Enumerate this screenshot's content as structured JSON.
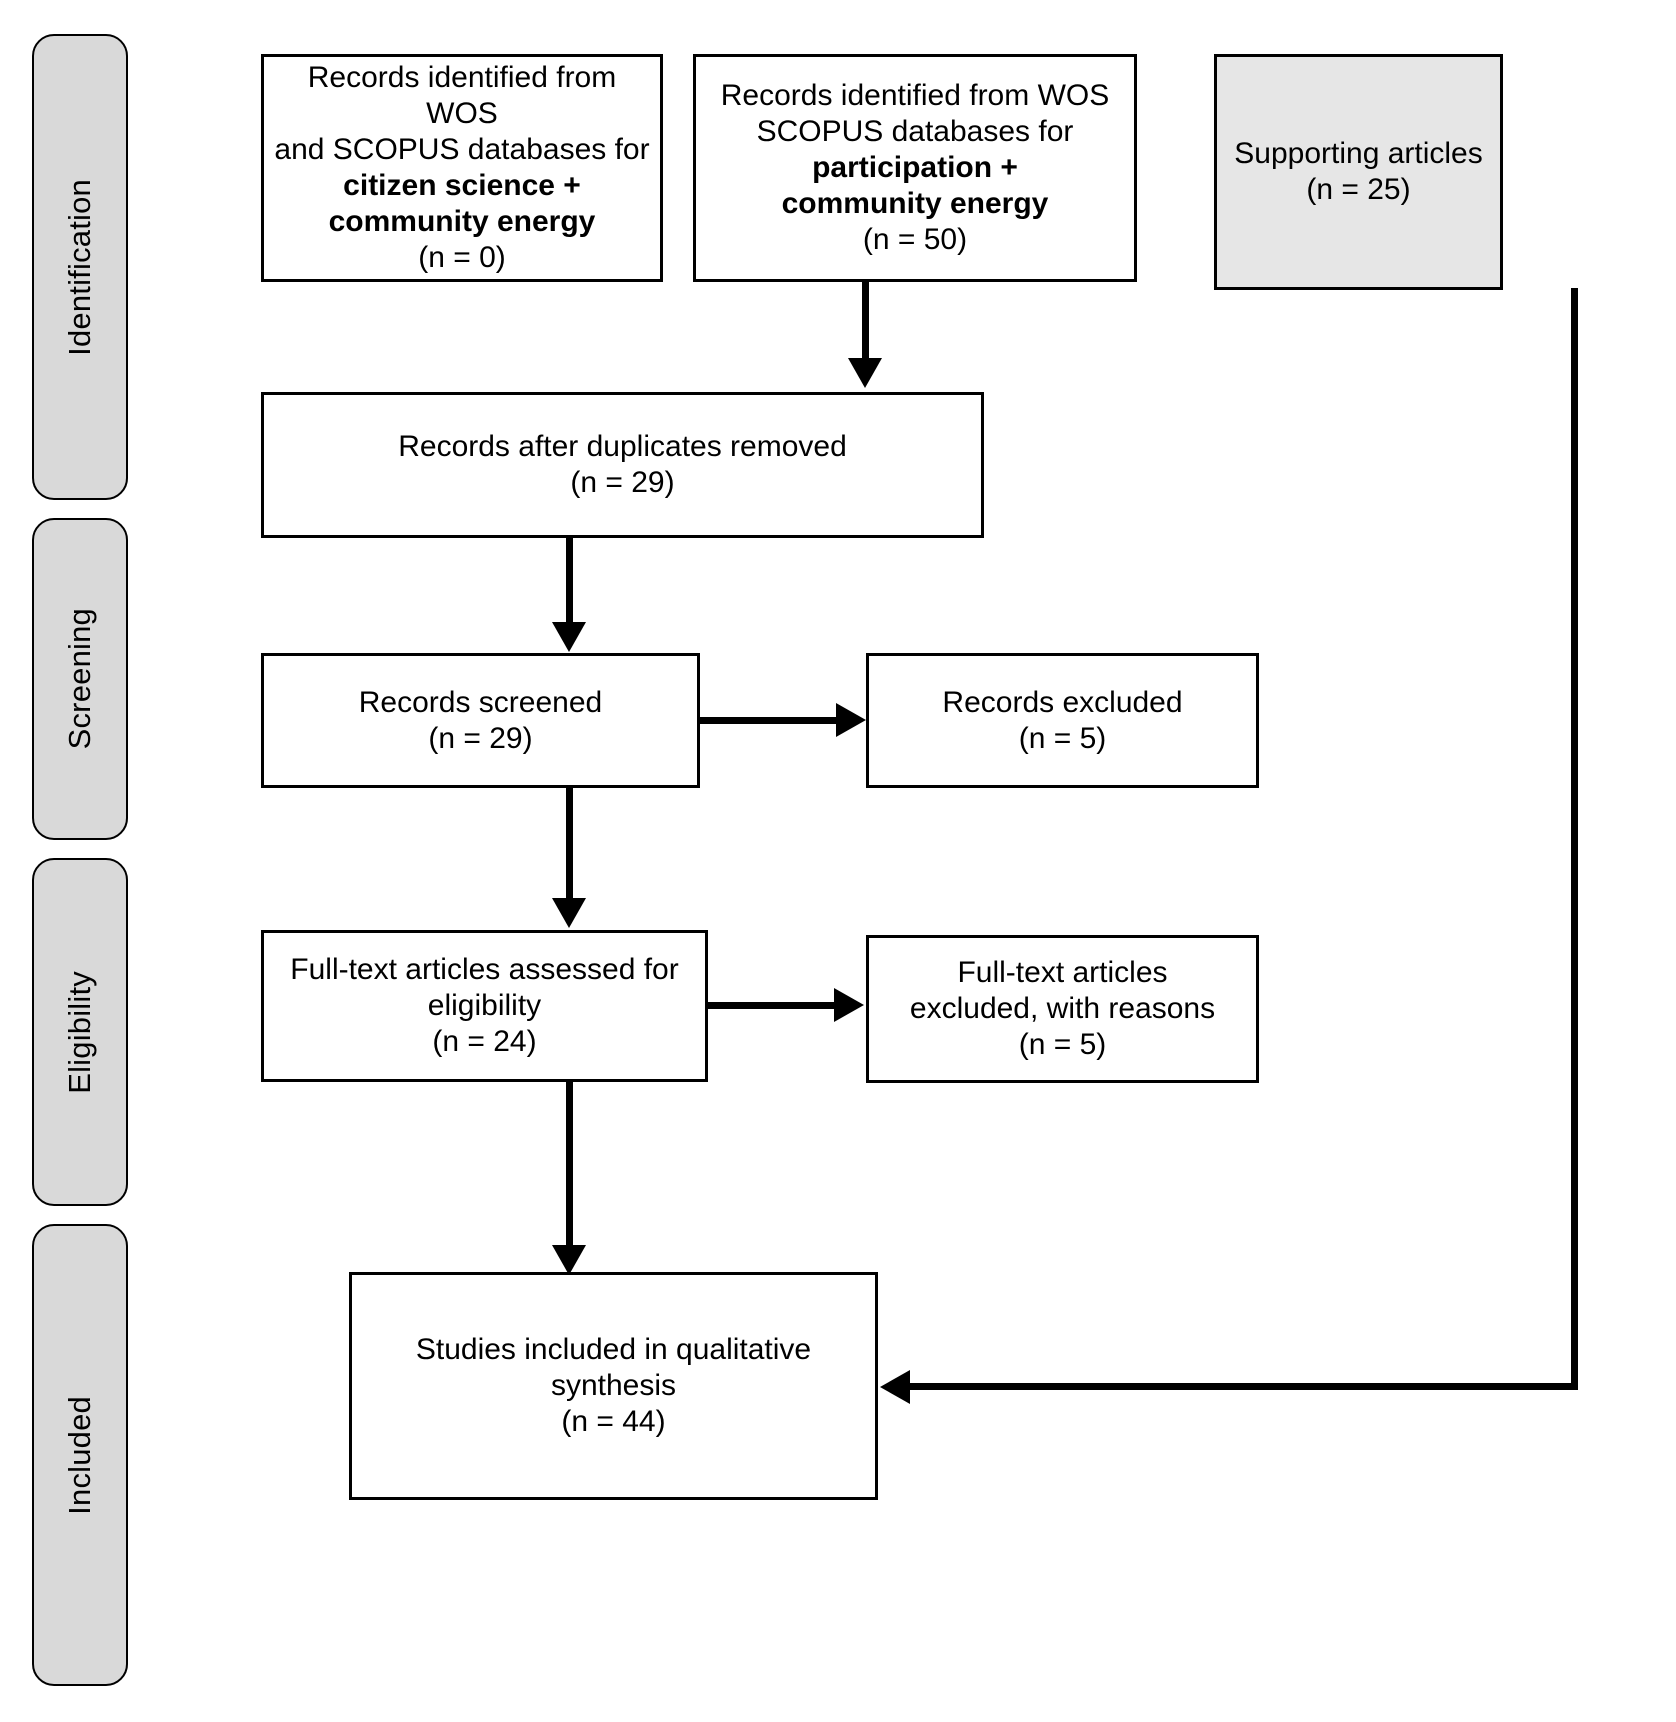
{
  "diagram": {
    "title": "PRISMA flow diagram",
    "type": "prisma-flow",
    "background_color": "#ffffff",
    "line_color": "#000000",
    "phase_fill_color": "#d9d9d9",
    "shaded_box_fill_color": "#e6e6e6"
  },
  "phases": [
    {
      "id": "identification",
      "label": "Identification"
    },
    {
      "id": "screening",
      "label": "Screening"
    },
    {
      "id": "eligibility",
      "label": "Eligibility"
    },
    {
      "id": "included",
      "label": "Included"
    }
  ],
  "boxes": {
    "wos_scopus_citizen": {
      "line1": "Records identified from WOS",
      "line2": "and SCOPUS databases for",
      "bold1": "citizen science +",
      "bold2": "community energy",
      "count": "(n = 0)",
      "n": 0
    },
    "wos_scopus_participation": {
      "line1": "Records identified from WOS",
      "line2": "SCOPUS databases for",
      "bold1": "participation +",
      "bold2": "community energy",
      "count": "(n = 50)",
      "n": 50
    },
    "supporting_articles": {
      "line1": "Supporting articles",
      "count": "(n = 25)",
      "n": 25,
      "shaded": true
    },
    "duplicates_removed": {
      "line1": "Records after duplicates removed",
      "count": "(n = 29)",
      "n": 29
    },
    "records_screened": {
      "line1": "Records screened",
      "count": "(n = 29)",
      "n": 29
    },
    "records_excluded": {
      "line1": "Records excluded",
      "count": "(n = 5)",
      "n": 5
    },
    "fulltext_assessed": {
      "line1": "Full-text articles assessed for",
      "line2": "eligibility",
      "count": "(n = 24)",
      "n": 24
    },
    "fulltext_excluded": {
      "line1": "Full-text articles",
      "line2": "excluded, with reasons",
      "count": "(n = 5)",
      "n": 5
    },
    "studies_included": {
      "line1": "Studies included in qualitative",
      "line2": "synthesis",
      "count": "(n = 44)",
      "n": 44
    }
  },
  "connectors": [
    {
      "id": "participation-to-duplicates",
      "from": "wos_scopus_participation",
      "to": "duplicates_removed",
      "direction": "down"
    },
    {
      "id": "duplicates-to-screened",
      "from": "duplicates_removed",
      "to": "records_screened",
      "direction": "down"
    },
    {
      "id": "screened-to-excluded",
      "from": "records_screened",
      "to": "records_excluded",
      "direction": "right"
    },
    {
      "id": "screened-to-fulltext",
      "from": "records_screened",
      "to": "fulltext_assessed",
      "direction": "down"
    },
    {
      "id": "fulltext-to-fulltext-excluded",
      "from": "fulltext_assessed",
      "to": "fulltext_excluded",
      "direction": "right"
    },
    {
      "id": "fulltext-to-included",
      "from": "fulltext_assessed",
      "to": "studies_included",
      "direction": "down"
    },
    {
      "id": "supporting-to-included",
      "from": "supporting_articles",
      "to": "studies_included",
      "direction": "left"
    }
  ]
}
